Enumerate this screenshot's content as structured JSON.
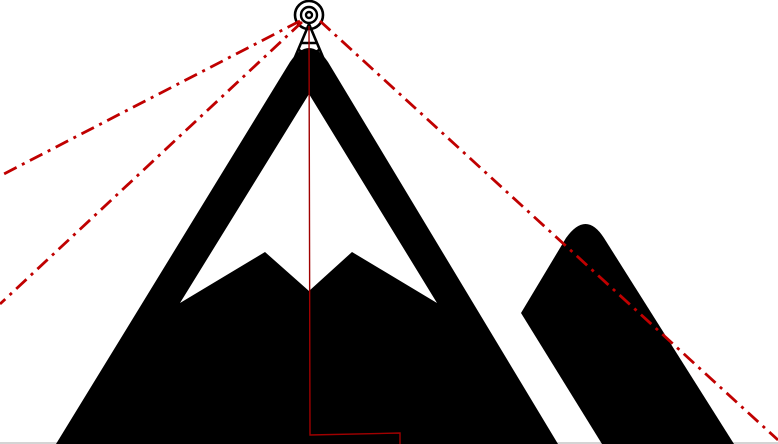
{
  "diagram": {
    "subject": "radio-tower-on-mountain-line-of-sight",
    "icons": [
      "mountain-icon",
      "radio-tower-icon"
    ],
    "colors": {
      "background": "#ffffff",
      "terrain": "#000000",
      "snow": "#ffffff",
      "signal_lines": "#c00000",
      "feed_line": "#a00000",
      "ground_line": "#bbbbbb"
    },
    "signal_line_count": 3,
    "signal_line_style": "dash-dot"
  }
}
